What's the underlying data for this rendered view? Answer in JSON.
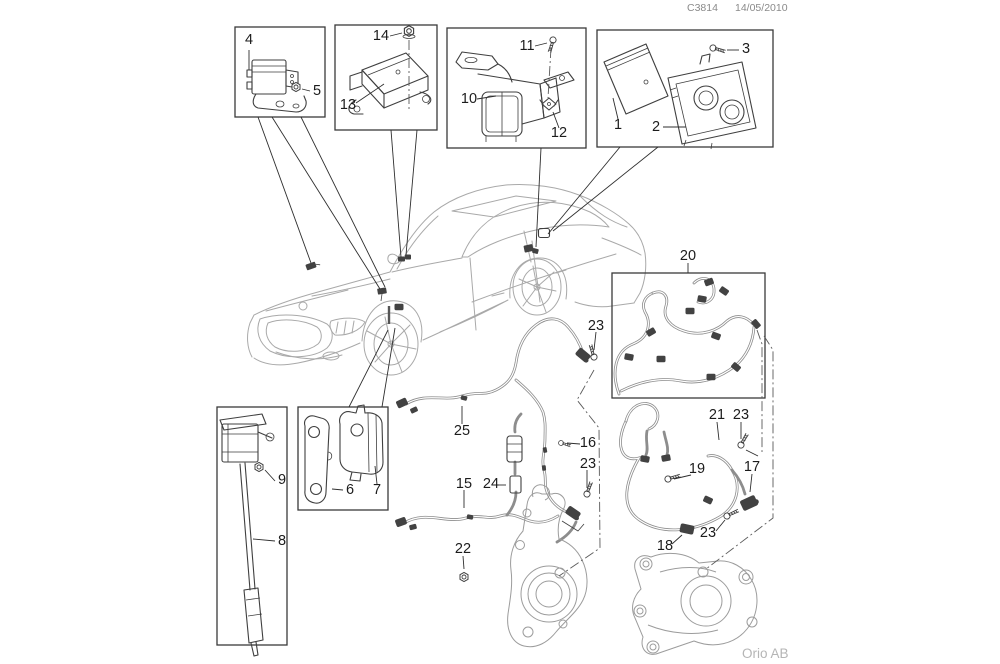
{
  "header": {
    "doc_code": "C3814",
    "doc_date": "14/05/2010"
  },
  "footer": {
    "brand": "Orio AB"
  },
  "diagram": {
    "type": "exploded-parts-diagram",
    "subject": "vehicle electrical sensors and wheel-speed-sensor harnesses",
    "accent_color": "#3f3f3f",
    "car_line_color": "#a9a9a9",
    "harness_line_color": "#8d8d8d"
  },
  "callouts": [
    {
      "label": "4"
    },
    {
      "label": "5"
    },
    {
      "label": "13"
    },
    {
      "label": "14"
    },
    {
      "label": "10"
    },
    {
      "label": "11"
    },
    {
      "label": "12"
    },
    {
      "label": "1"
    },
    {
      "label": "2"
    },
    {
      "label": "3"
    },
    {
      "label": "9"
    },
    {
      "label": "8"
    },
    {
      "label": "6"
    },
    {
      "label": "7"
    },
    {
      "label": "25"
    },
    {
      "label": "23"
    },
    {
      "label": "16"
    },
    {
      "label": "23"
    },
    {
      "label": "15"
    },
    {
      "label": "24"
    },
    {
      "label": "22"
    },
    {
      "label": "20"
    },
    {
      "label": "21"
    },
    {
      "label": "23"
    },
    {
      "label": "17"
    },
    {
      "label": "19"
    },
    {
      "label": "18"
    },
    {
      "label": "23"
    }
  ]
}
